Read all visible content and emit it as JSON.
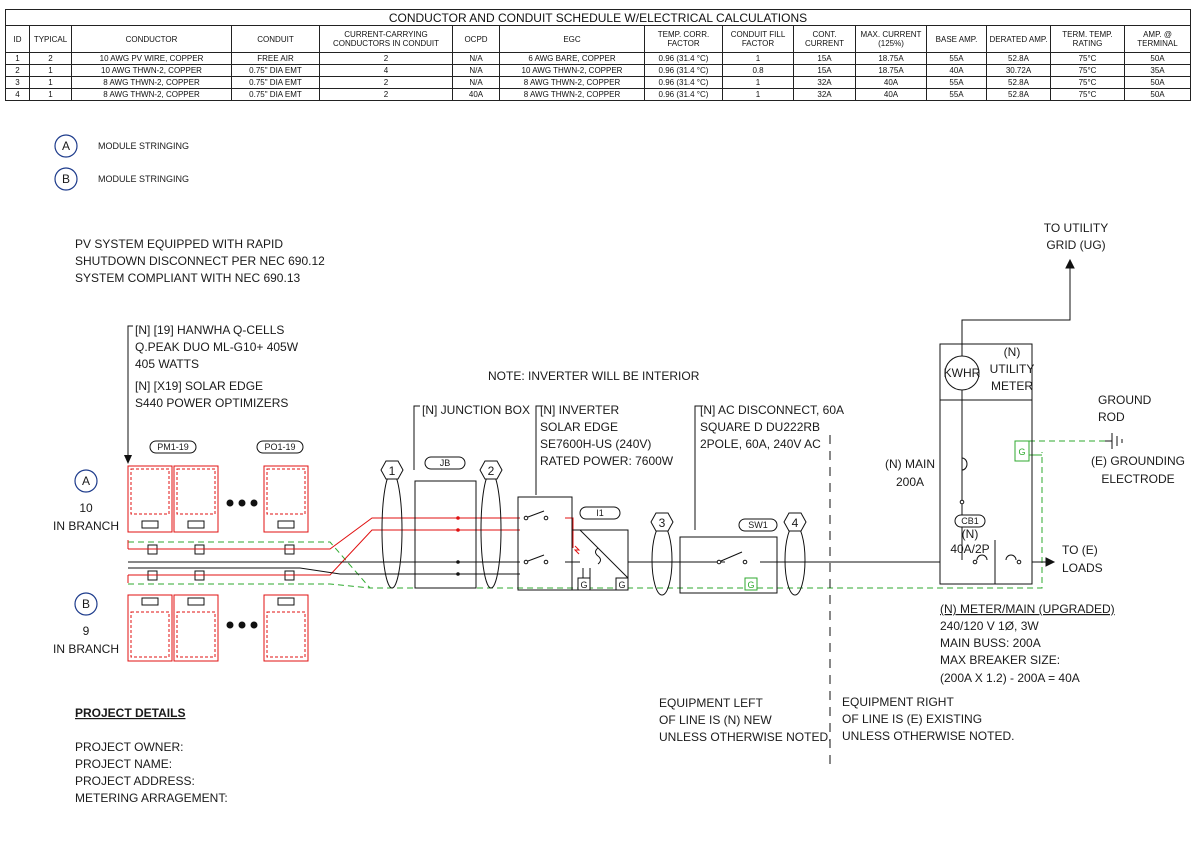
{
  "schedule": {
    "title": "CONDUCTOR AND CONDUIT SCHEDULE W/ELECTRICAL CALCULATIONS",
    "headers": [
      "ID",
      "TYPICAL",
      "CONDUCTOR",
      "CONDUIT",
      "CURRENT-CARRYING CONDUCTORS IN CONDUIT",
      "OCPD",
      "EGC",
      "TEMP. CORR. FACTOR",
      "CONDUIT FILL FACTOR",
      "CONT. CURRENT",
      "MAX. CURRENT (125%)",
      "BASE AMP.",
      "DERATED AMP.",
      "TERM. TEMP. RATING",
      "AMP. @ TERMINAL"
    ],
    "rows": [
      [
        "1",
        "2",
        "10 AWG PV WIRE, COPPER",
        "FREE AIR",
        "2",
        "N/A",
        "6 AWG BARE, COPPER",
        "0.96 (31.4 °C)",
        "1",
        "15A",
        "18.75A",
        "55A",
        "52.8A",
        "75°C",
        "50A"
      ],
      [
        "2",
        "1",
        "10 AWG THWN-2, COPPER",
        "0.75\" DIA EMT",
        "4",
        "N/A",
        "10 AWG THWN-2, COPPER",
        "0.96 (31.4 °C)",
        "0.8",
        "15A",
        "18.75A",
        "40A",
        "30.72A",
        "75°C",
        "35A"
      ],
      [
        "3",
        "1",
        "8 AWG THWN-2, COPPER",
        "0.75\" DIA EMT",
        "2",
        "N/A",
        "8 AWG THWN-2, COPPER",
        "0.96 (31.4 °C)",
        "1",
        "32A",
        "40A",
        "55A",
        "52.8A",
        "75°C",
        "50A"
      ],
      [
        "4",
        "1",
        "8 AWG THWN-2, COPPER",
        "0.75\" DIA EMT",
        "2",
        "40A",
        "8 AWG THWN-2, COPPER",
        "0.96 (31.4 °C)",
        "1",
        "32A",
        "40A",
        "55A",
        "52.8A",
        "75°C",
        "50A"
      ]
    ]
  },
  "legend": [
    {
      "letter": "A",
      "label": "MODULE STRINGING"
    },
    {
      "letter": "B",
      "label": "MODULE STRINGING"
    }
  ],
  "system_note": [
    "PV SYSTEM EQUIPPED WITH RAPID",
    "SHUTDOWN DISCONNECT PER NEC 690.12",
    "SYSTEM COMPLIANT WITH NEC 690.13"
  ],
  "modules_note": [
    "[N] [19] HANWHA Q-CELLS",
    "Q.PEAK DUO ML-G10+ 405W",
    "405 WATTS",
    "[N] [X19] SOLAR EDGE",
    "S440 POWER OPTIMIZERS"
  ],
  "pm_tag": "PM1-19",
  "po_tag": "PO1-19",
  "string_a": {
    "letter": "A",
    "count": "10",
    "label": "IN BRANCH"
  },
  "string_b": {
    "letter": "B",
    "count": "9",
    "label": "IN BRANCH"
  },
  "inverter_note": "NOTE: INVERTER WILL BE INTERIOR",
  "jbox_note": "[N] JUNCTION BOX",
  "jbox_tag": "JB",
  "inverter_lines": [
    "[N] INVERTER",
    "SOLAR EDGE",
    "SE7600H-US (240V)",
    "RATED POWER: 7600W"
  ],
  "inverter_tag": "I1",
  "acd_lines": [
    "[N] AC DISCONNECT, 60A",
    "SQUARE D DU222RB",
    "2POLE, 60A, 240V AC"
  ],
  "acd_tag": "SW1",
  "conduit_tags": [
    "1",
    "2",
    "3",
    "4"
  ],
  "ground_letter": "G",
  "utility_grid": [
    "TO UTILITY",
    "GRID (UG)"
  ],
  "meter_label": [
    "(N)",
    "UTILITY",
    "METER"
  ],
  "kwhr": "KWHR",
  "main_label": [
    "(N) MAIN",
    "200A"
  ],
  "cb_tag": "CB1",
  "cb_label": [
    "(N)",
    "40A/2P"
  ],
  "loads_label": [
    "TO (E)",
    "LOADS"
  ],
  "ground_rod": [
    "GROUND",
    "ROD"
  ],
  "grounding_electrode": [
    "(E) GROUNDING",
    "ELECTRODE"
  ],
  "meter_main": {
    "title": "(N) METER/MAIN (UPGRADED)",
    "lines": [
      "240/120 V 1Ø, 3W",
      "MAIN BUSS: 200A",
      "MAX BREAKER SIZE:",
      "(200A X 1.2) - 200A = 40A"
    ]
  },
  "equip_left": [
    "EQUIPMENT LEFT",
    "OF LINE IS (N) NEW",
    "UNLESS OTHERWISE NOTED."
  ],
  "equip_right": [
    "EQUIPMENT RIGHT",
    "OF LINE IS (E) EXISTING",
    "UNLESS OTHERWISE NOTED."
  ],
  "project": {
    "heading": "PROJECT DETAILS",
    "lines": [
      "PROJECT OWNER:",
      "PROJECT NAME:",
      "PROJECT ADDRESS:",
      "METERING ARRAGEMENT:"
    ]
  },
  "colors": {
    "dc": "#e01010",
    "ground": "#2faa2f",
    "line": "#111111"
  }
}
